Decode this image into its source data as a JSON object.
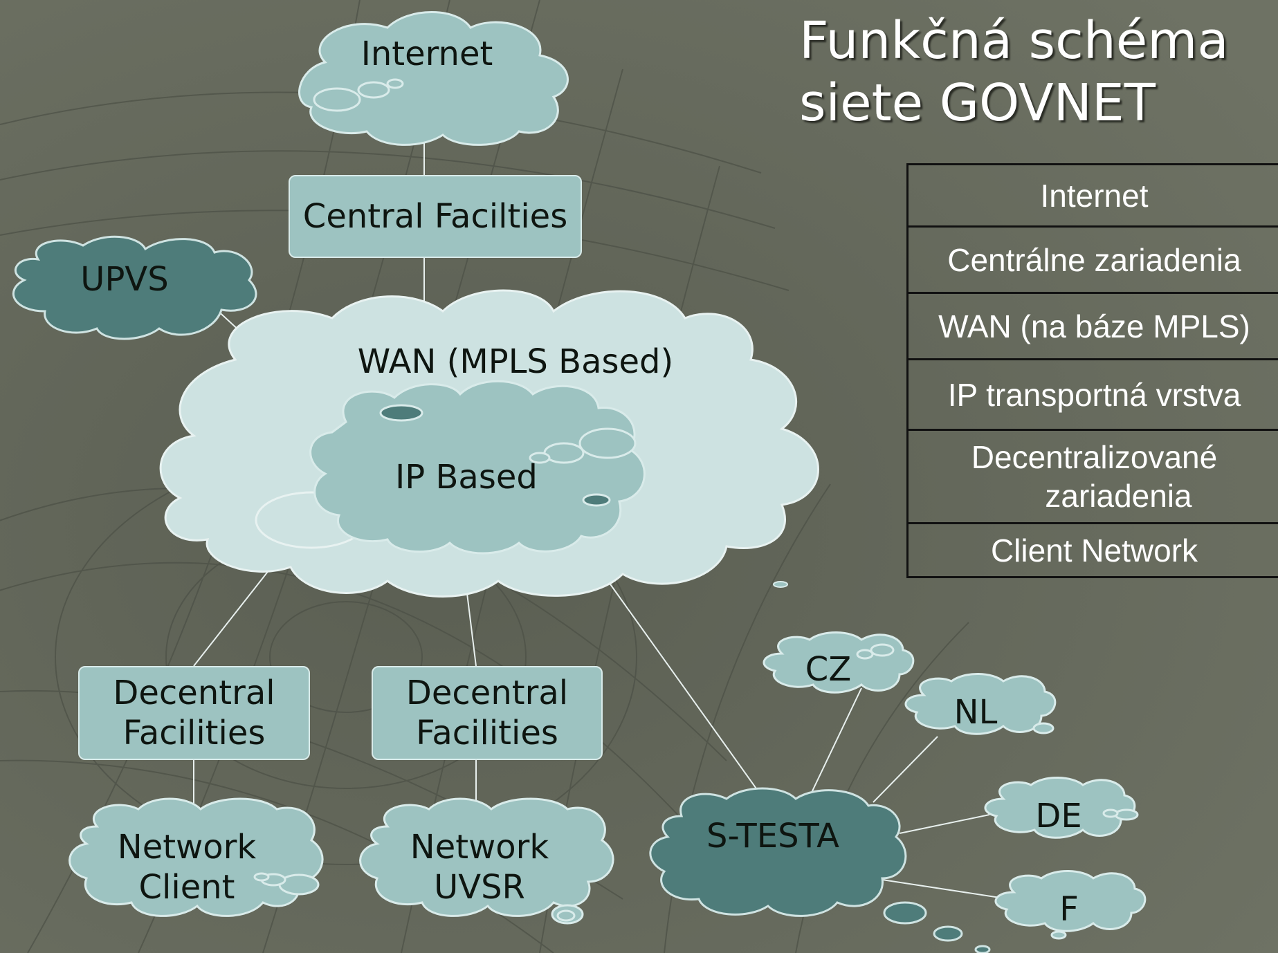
{
  "title": {
    "line1": "Funkčná schéma",
    "line2": "siete GOVNET"
  },
  "nodes": {
    "internet": "Internet",
    "central": "Central Facilties",
    "upvs": "UPVS",
    "wan": "WAN (MPLS Based)",
    "ip": "IP Based",
    "decentral_left": {
      "line1": "Decentral",
      "line2": "Facilities"
    },
    "decentral_right": {
      "line1": "Decentral",
      "line2": "Facilities"
    },
    "client_left": {
      "line1": "Network",
      "line2": "Client"
    },
    "client_right": {
      "line1": "Network",
      "line2": "UVSR"
    },
    "stesta": "S-TESTA",
    "cz": "CZ",
    "nl": "NL",
    "de": "DE",
    "f": "F"
  },
  "legend": [
    {
      "text": "Internet"
    },
    {
      "text": "Centrálne zariadenia"
    },
    {
      "text": "WAN (na báze MPLS)"
    },
    {
      "text": "IP transportná vrstva"
    },
    {
      "line1": "Decentralizované",
      "line2": "zariadenia"
    },
    {
      "text": "Client Network"
    }
  ],
  "colors": {
    "background": "#62665a",
    "cloud_light": "#cde2e1",
    "cloud_mid": "#9dc3c1",
    "cloud_dark": "#4e7c7a",
    "box": "#9dc3c1"
  }
}
